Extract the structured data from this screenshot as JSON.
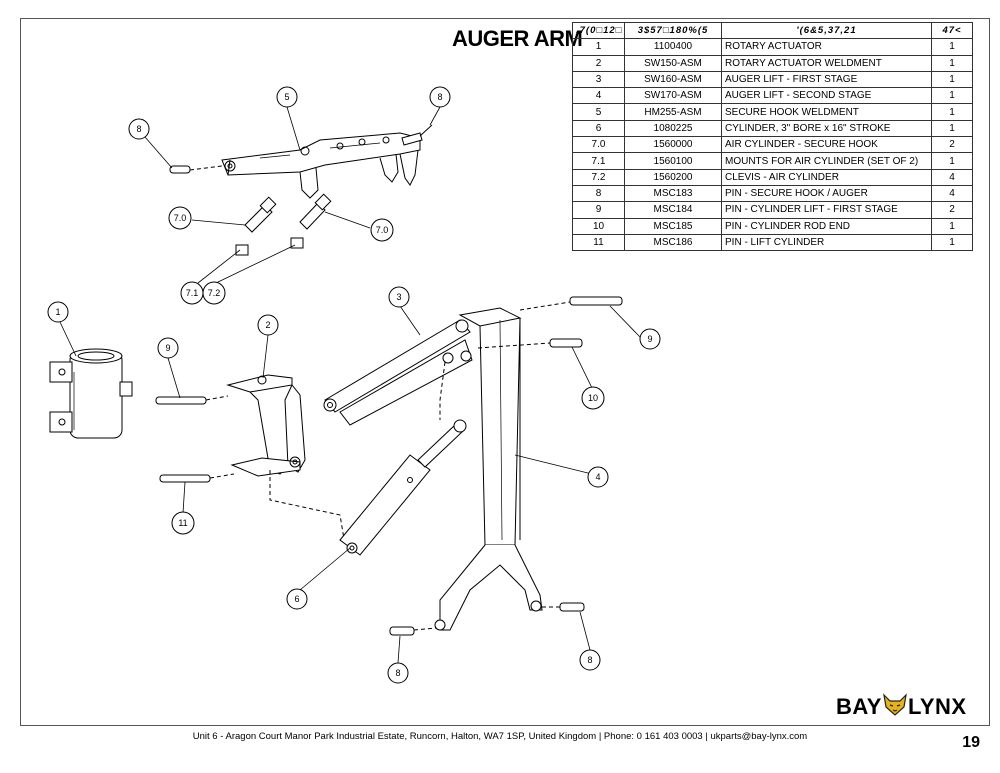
{
  "title": "AUGER ARM",
  "table": {
    "headers": [
      ",7(0□12□",
      "3$57□180%(5",
      "'(6&5,37,21",
      "47<"
    ],
    "rows": [
      [
        "1",
        "1100400",
        "ROTARY ACTUATOR",
        "1"
      ],
      [
        "2",
        "SW150-ASM",
        "ROTARY ACTUATOR WELDMENT",
        "1"
      ],
      [
        "3",
        "SW160-ASM",
        "AUGER LIFT - FIRST STAGE",
        "1"
      ],
      [
        "4",
        "SW170-ASM",
        "AUGER LIFT - SECOND STAGE",
        "1"
      ],
      [
        "5",
        "HM255-ASM",
        "SECURE HOOK WELDMENT",
        "1"
      ],
      [
        "6",
        "1080225",
        "CYLINDER, 3\" BORE x 16\" STROKE",
        "1"
      ],
      [
        "7.0",
        "1560000",
        "AIR CYLINDER - SECURE HOOK",
        "2"
      ],
      [
        "7.1",
        "1560100",
        "MOUNTS FOR AIR CYLINDER (SET OF 2)",
        "1"
      ],
      [
        "7.2",
        "1560200",
        "CLEVIS - AIR CYLINDER",
        "4"
      ],
      [
        "8",
        "MSC183",
        "PIN - SECURE HOOK / AUGER",
        "4"
      ],
      [
        "9",
        "MSC184",
        "PIN - CYLINDER LIFT - FIRST STAGE",
        "2"
      ],
      [
        "10",
        "MSC185",
        "PIN - CYLINDER ROD END",
        "1"
      ],
      [
        "11",
        "MSC186",
        "PIN - LIFT CYLINDER",
        "1"
      ]
    ]
  },
  "callouts": {
    "c1": "1",
    "c2": "2",
    "c3": "3",
    "c4": "4",
    "c5": "5",
    "c6": "6",
    "c70a": "7.0",
    "c70b": "7.0",
    "c71": "7.1",
    "c72": "7.2",
    "c8a": "8",
    "c8b": "8",
    "c8c": "8",
    "c8d": "8",
    "c9a": "9",
    "c9b": "9",
    "c10": "10",
    "c11": "11"
  },
  "footer": "Unit 6 - Aragon Court Manor Park Industrial Estate, Runcorn, Halton, WA7 1SP, United Kingdom  |  Phone: 0 161 403 0003  |  ukparts@bay-lynx.com",
  "page_number": "19",
  "logo": {
    "left": "BAY",
    "right": "LYNX"
  },
  "colors": {
    "logo_accent": "#e8b21a"
  }
}
